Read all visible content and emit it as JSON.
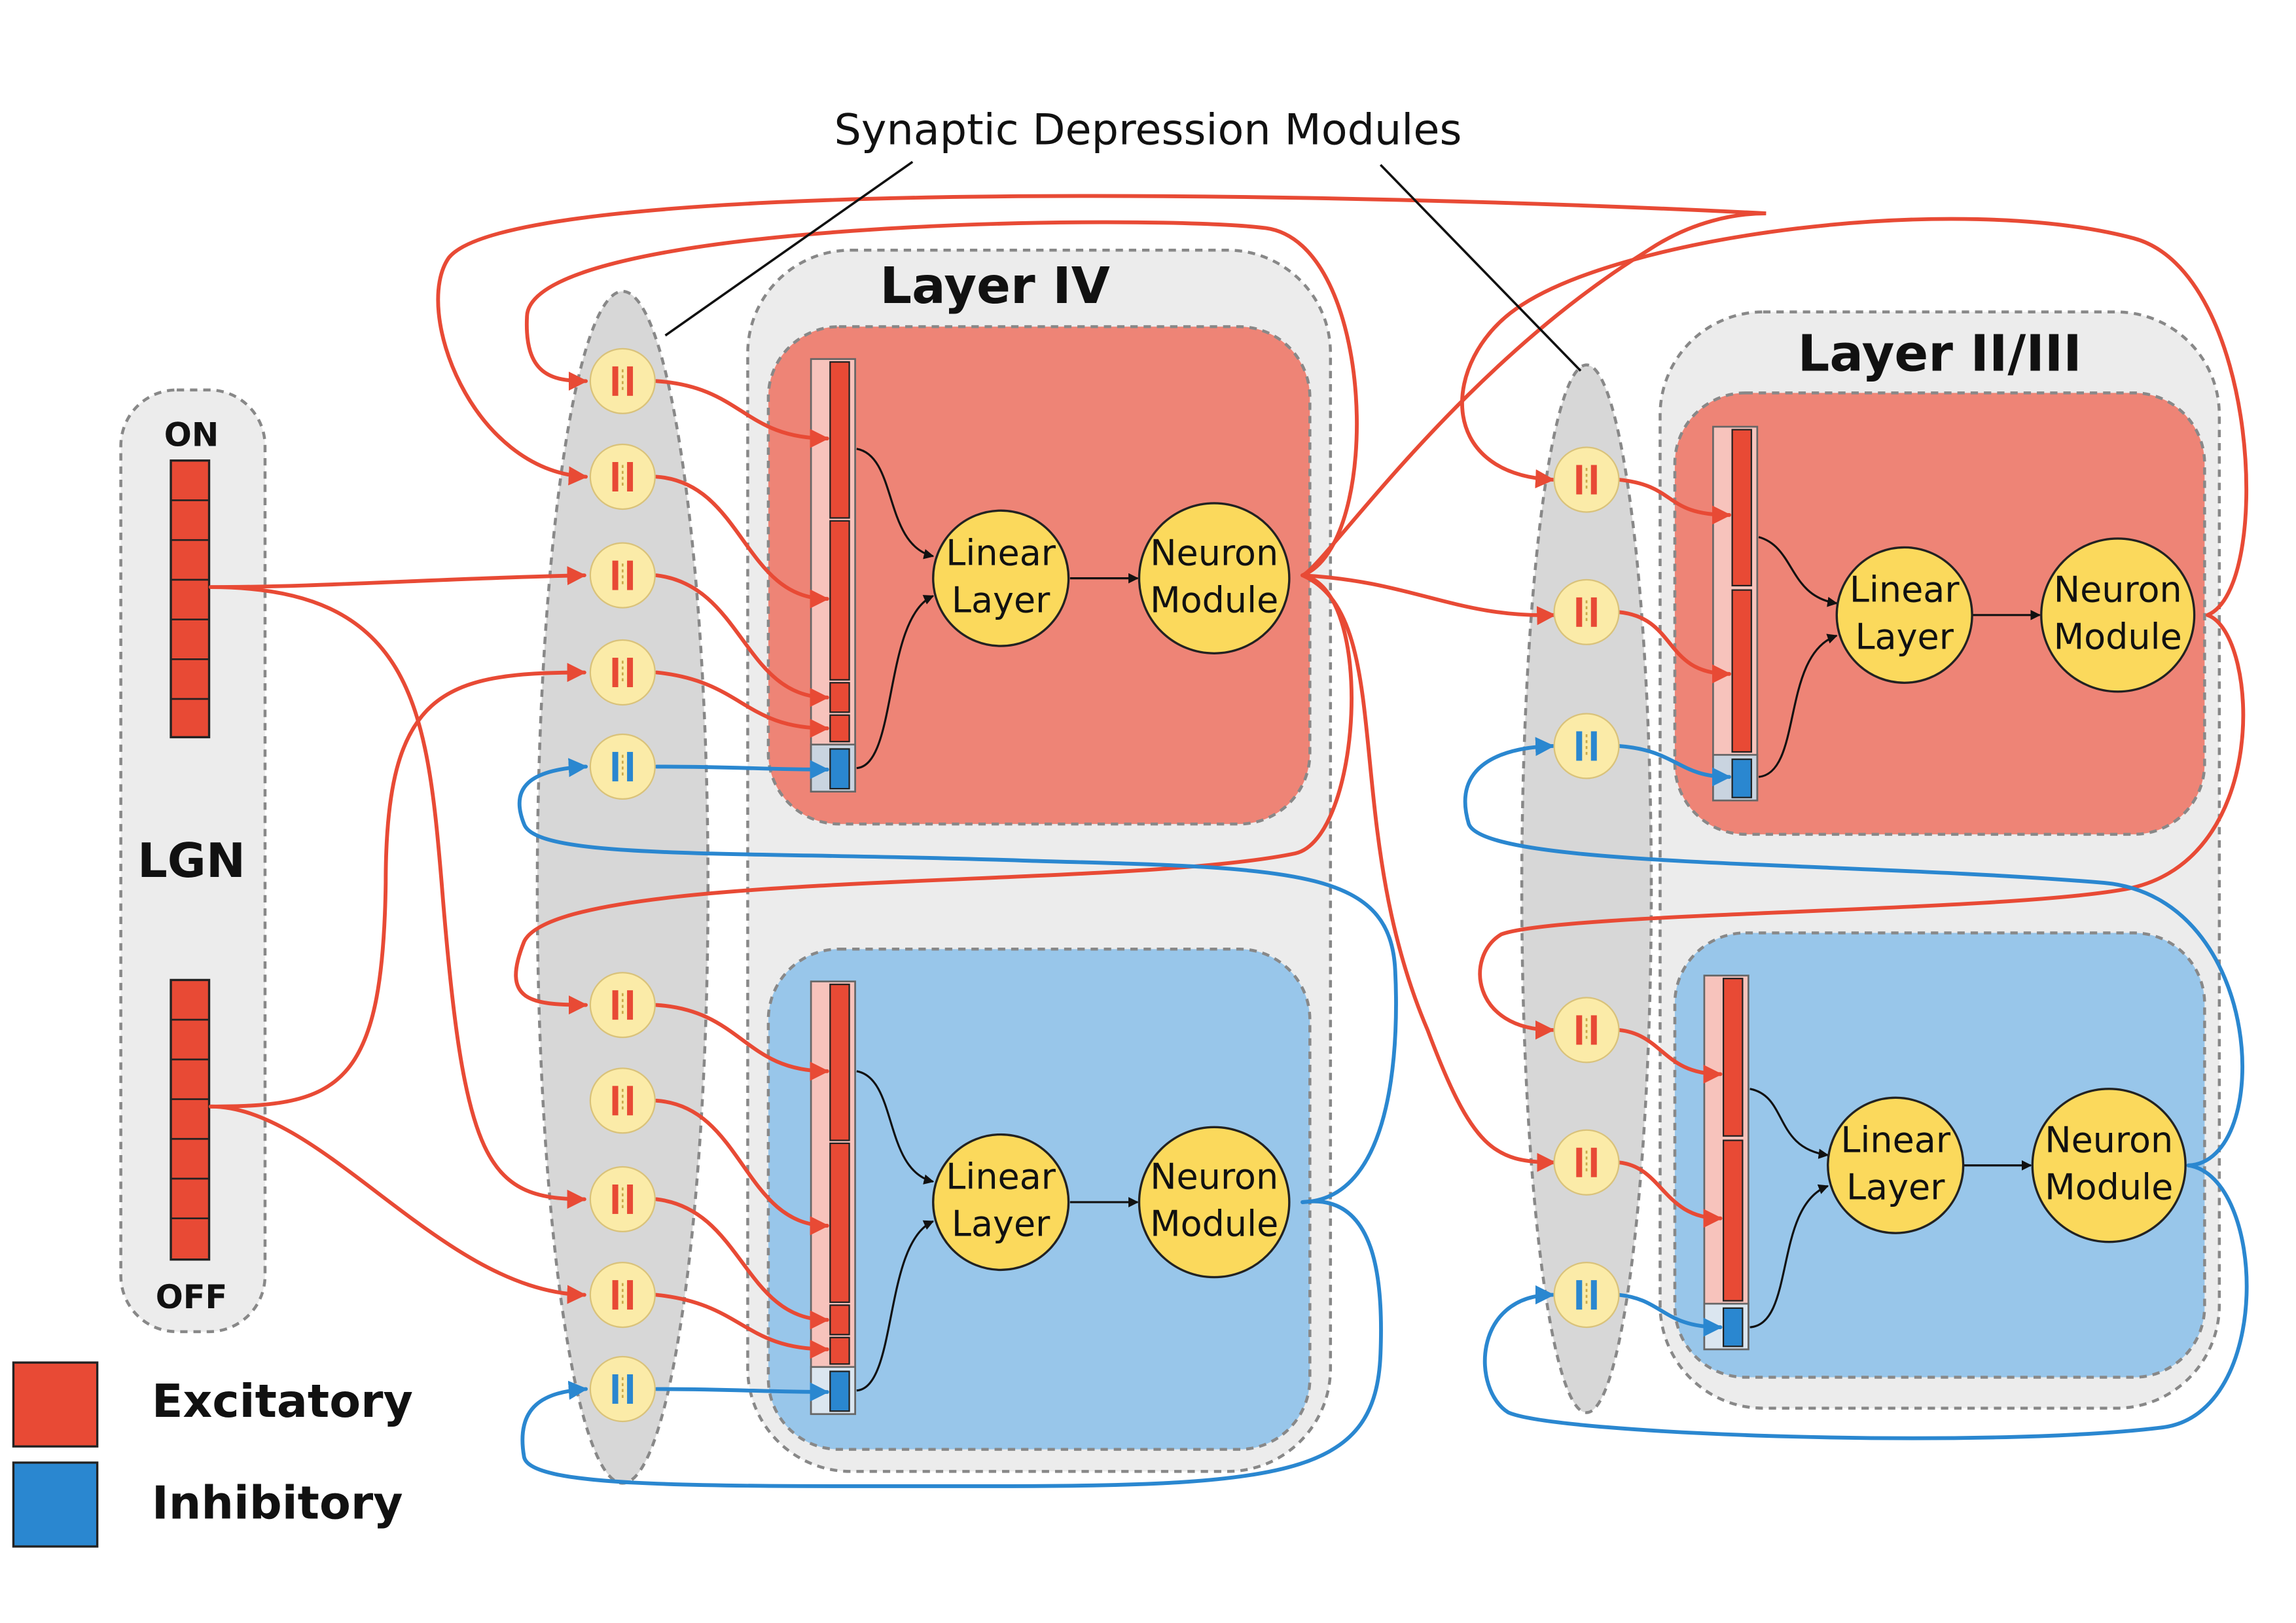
{
  "title": "Synaptic Depression Modules",
  "lgn": {
    "label": "LGN",
    "on_label": "ON",
    "off_label": "OFF"
  },
  "layer4": {
    "label": "Layer IV"
  },
  "layer23": {
    "label": "Layer II/III"
  },
  "linear": {
    "line1": "Linear",
    "line2": "Layer"
  },
  "neuron": {
    "line1": "Neuron",
    "line2": "Module"
  },
  "legend": {
    "excitatory": "Excitatory",
    "inhibitory": "Inhibitory"
  },
  "colors": {
    "excitatory": "#e84a35",
    "inhibitory": "#2a87d0",
    "excitatory_panel": "#ee8476",
    "inhibitory_panel": "#98c6ea",
    "node_fill": "#fbd95c",
    "sdm_fill": "#fbeba8",
    "group_bg": "#ececec",
    "ellipse_bg": "#d7d7d7"
  }
}
